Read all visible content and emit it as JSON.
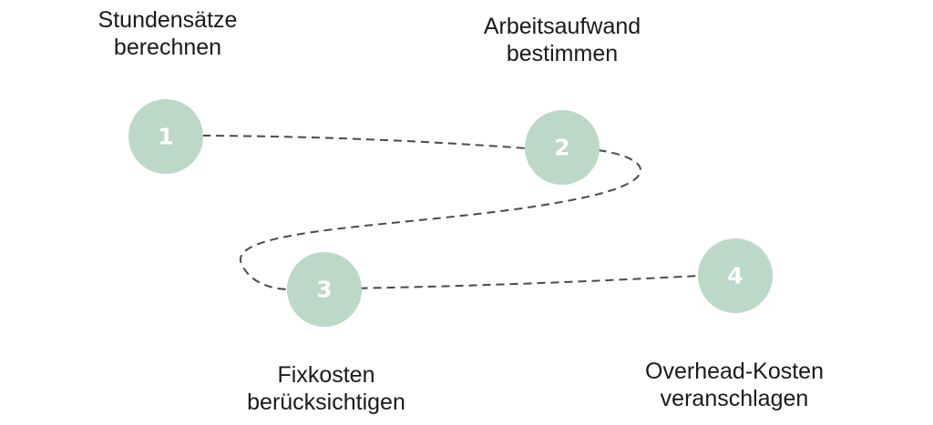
{
  "steps": [
    {
      "number": "1",
      "label_line1": "Stundensätze",
      "label_line2": "berechnen"
    },
    {
      "number": "2",
      "label_line1": "Arbeitsaufwand",
      "label_line2": "bestimmen"
    },
    {
      "number": "3",
      "label_line1": "Fixkosten",
      "label_line2": "berücksichtigen"
    },
    {
      "number": "4",
      "label_line1": "Overhead-Kosten",
      "label_line2": "veranschlagen"
    }
  ],
  "colors": {
    "node_fill": "#bcd8c6",
    "node_text": "#ffffff",
    "connector": "#4a4a4a",
    "label_text": "#1a1a1a"
  }
}
